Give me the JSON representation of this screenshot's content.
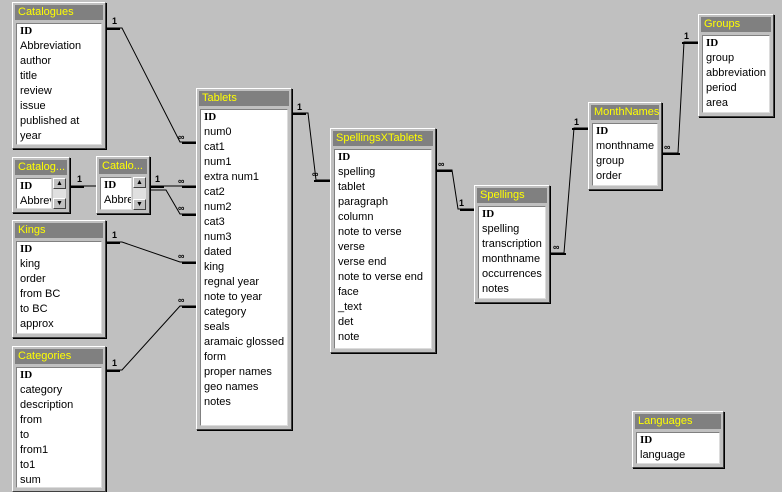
{
  "tables": {
    "catalogues": {
      "title": "Catalogues",
      "fields": [
        "ID",
        "Abbreviation",
        "author",
        "title",
        "review",
        "issue",
        "published at",
        "year"
      ]
    },
    "catalog_small": {
      "title": "Catalog...",
      "fields": [
        "ID",
        "Abbrev"
      ]
    },
    "catalo_small": {
      "title": "Catalo...",
      "fields": [
        "ID",
        "Abbre"
      ]
    },
    "kings": {
      "title": "Kings",
      "fields": [
        "ID",
        "king",
        "order",
        "from BC",
        "to BC",
        "approx"
      ]
    },
    "categories": {
      "title": "Categories",
      "fields": [
        "ID",
        "category",
        "description",
        "from",
        "to",
        "from1",
        "to1",
        "sum"
      ]
    },
    "tablets": {
      "title": "Tablets",
      "fields": [
        "ID",
        "num0",
        "cat1",
        "num1",
        "extra num1",
        "cat2",
        "num2",
        "cat3",
        "num3",
        "dated",
        "king",
        "regnal year",
        "note to year",
        "category",
        "seals",
        "aramaic glossed",
        "form",
        "proper names",
        "geo names",
        "notes"
      ]
    },
    "spellingsxtablets": {
      "title": "SpellingsXTablets",
      "fields": [
        "ID",
        "spelling",
        "tablet",
        "paragraph",
        "column",
        "note to verse",
        "verse",
        "verse end",
        "note to verse end",
        "face",
        "_text",
        "det",
        "note"
      ]
    },
    "spellings": {
      "title": "Spellings",
      "fields": [
        "ID",
        "spelling",
        "transcription",
        "monthname",
        "occurrences",
        "notes"
      ]
    },
    "monthnames": {
      "title": "MonthNames",
      "fields": [
        "ID",
        "monthname",
        "group",
        "order"
      ]
    },
    "groups": {
      "title": "Groups",
      "fields": [
        "ID",
        "group",
        "abbreviation",
        "period",
        "area"
      ]
    },
    "languages": {
      "title": "Languages",
      "fields": [
        "ID",
        "language"
      ]
    }
  },
  "relationships": {
    "one": "1",
    "many": "∞"
  },
  "colors": {
    "workspace": "#c0c0c0",
    "title_bar": "#808080",
    "title_text": "#ffff00",
    "field_bg": "#ffffff"
  }
}
